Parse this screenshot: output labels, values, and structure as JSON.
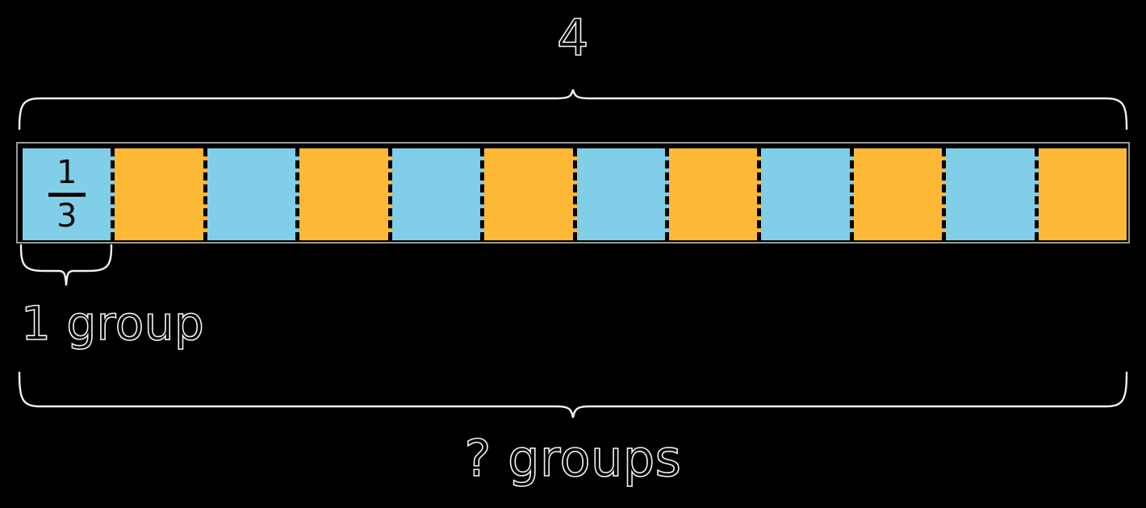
{
  "diagram": {
    "type": "tape-diagram",
    "background_color": "#000000",
    "top_label": "4",
    "first_cell_label_numerator": "1",
    "first_cell_label_denominator": "3",
    "first_group_label": "1 group",
    "total_groups_label": "? groups",
    "cell_count": 12,
    "colors": {
      "blue": "#80CEE8",
      "orange": "#FDB836",
      "separator": "#000000",
      "frame": "#9A9A9A",
      "label_stroke": "#F2F2F2",
      "fraction_text": "#0A0A0A"
    },
    "cells": [
      {
        "index": 1,
        "color": "#80CEE8",
        "fill": "blue",
        "label": "1/3"
      },
      {
        "index": 2,
        "color": "#FDB836",
        "fill": "orange",
        "label": ""
      },
      {
        "index": 3,
        "color": "#80CEE8",
        "fill": "blue",
        "label": ""
      },
      {
        "index": 4,
        "color": "#FDB836",
        "fill": "orange",
        "label": ""
      },
      {
        "index": 5,
        "color": "#80CEE8",
        "fill": "blue",
        "label": ""
      },
      {
        "index": 6,
        "color": "#FDB836",
        "fill": "orange",
        "label": ""
      },
      {
        "index": 7,
        "color": "#80CEE8",
        "fill": "blue",
        "label": ""
      },
      {
        "index": 8,
        "color": "#FDB836",
        "fill": "orange",
        "label": ""
      },
      {
        "index": 9,
        "color": "#80CEE8",
        "fill": "blue",
        "label": ""
      },
      {
        "index": 10,
        "color": "#FDB836",
        "fill": "orange",
        "label": ""
      },
      {
        "index": 11,
        "color": "#80CEE8",
        "fill": "blue",
        "label": ""
      },
      {
        "index": 12,
        "color": "#FDB836",
        "fill": "orange",
        "label": ""
      }
    ],
    "braces": [
      {
        "name": "top-brace",
        "label": "4",
        "direction": "up",
        "spans_cells": "1-12"
      },
      {
        "name": "first-brace",
        "label": "1 group",
        "direction": "down",
        "spans_cells": "1"
      },
      {
        "name": "bottom-brace",
        "label": "? groups",
        "direction": "down",
        "spans_cells": "1-12"
      }
    ]
  }
}
